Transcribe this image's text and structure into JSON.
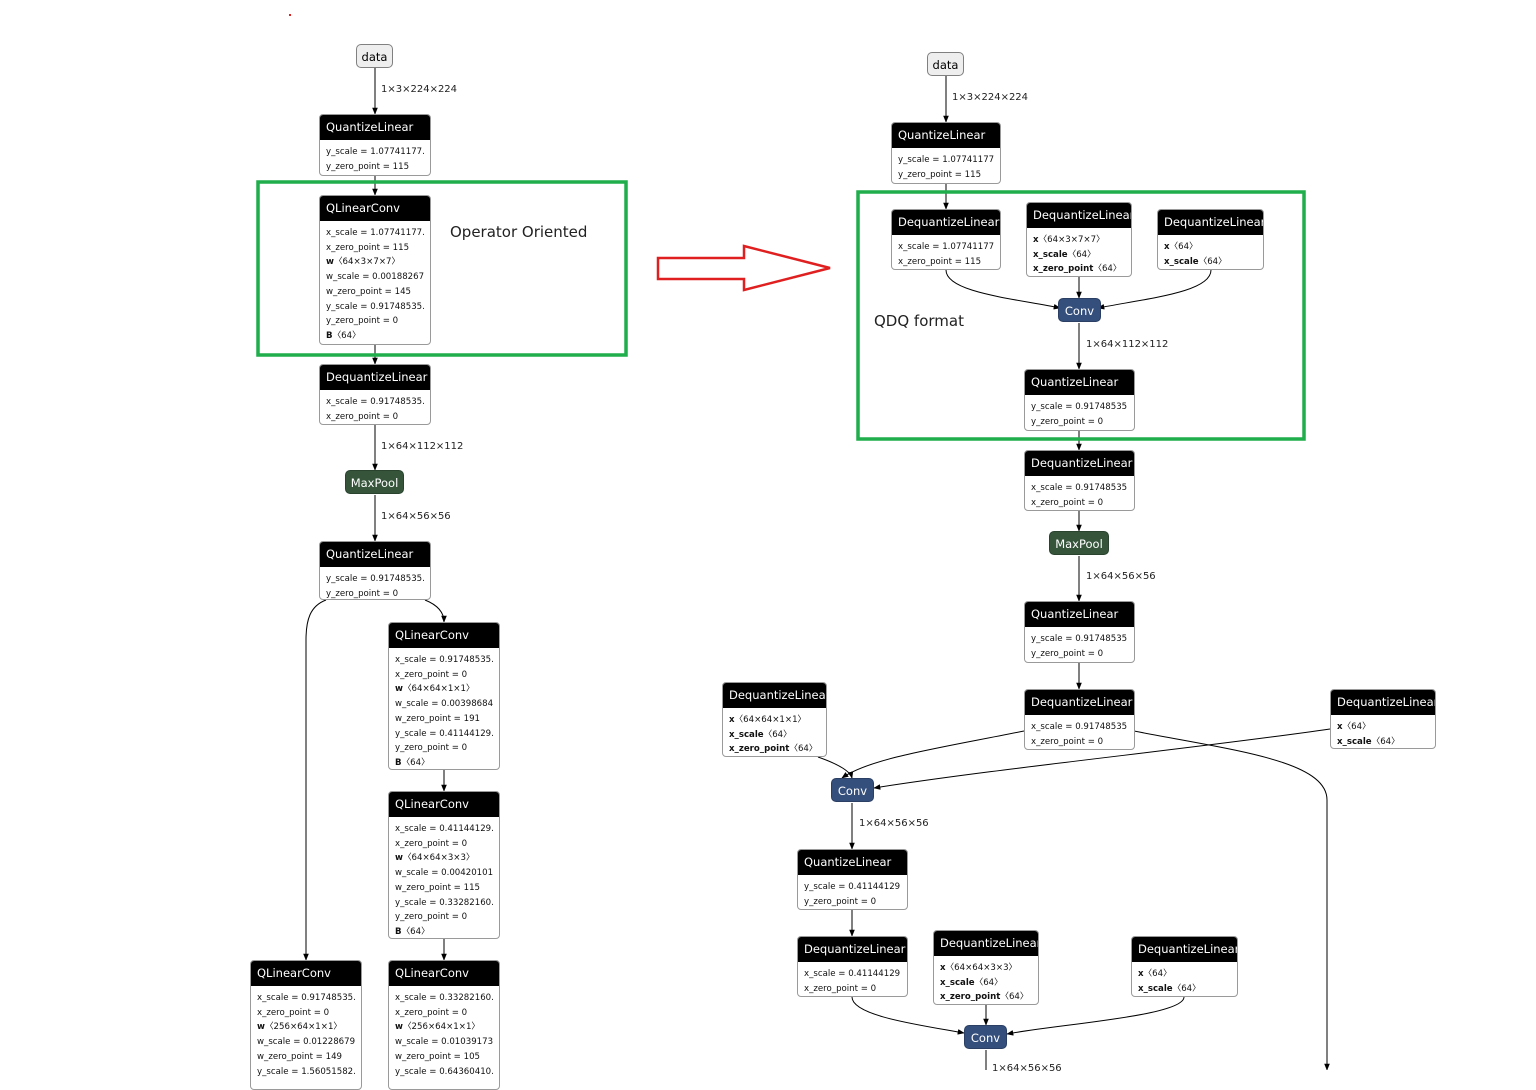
{
  "annotations": {
    "operator_oriented": "Operator Oriented",
    "qdq_format": "QDQ format"
  },
  "colors": {
    "highlight_box": "#1fae4b",
    "arrow": "#e02020",
    "conv_node": "#344f7c",
    "pool_node": "#35543a"
  },
  "left": {
    "input": "data",
    "edge_labels": [
      "1×3×224×224",
      "1×64×112×112",
      "1×64×56×56"
    ],
    "nodes": [
      {
        "title": "QuantizeLinear",
        "attrs": [
          {
            "k": "y_scale",
            "v": " = 1.07741177..."
          },
          {
            "k": "y_zero_point",
            "v": " = 115"
          }
        ]
      },
      {
        "title": "QLinearConv",
        "attrs": [
          {
            "k": "x_scale",
            "v": " = 1.07741177..."
          },
          {
            "k": "x_zero_point",
            "v": " = 115"
          },
          {
            "k": "w",
            "v": "〈64×3×7×7〉"
          },
          {
            "k": "w_scale",
            "v": " = 0.00188267..."
          },
          {
            "k": "w_zero_point",
            "v": " = 145"
          },
          {
            "k": "y_scale",
            "v": " = 0.91748535..."
          },
          {
            "k": "y_zero_point",
            "v": " = 0"
          },
          {
            "k": "B",
            "v": "〈64〉"
          }
        ]
      },
      {
        "title": "DequantizeLinear",
        "attrs": [
          {
            "k": "x_scale",
            "v": " = 0.91748535..."
          },
          {
            "k": "x_zero_point",
            "v": " = 0"
          }
        ]
      },
      {
        "title": "QuantizeLinear",
        "attrs": [
          {
            "k": "y_scale",
            "v": " = 0.91748535..."
          },
          {
            "k": "y_zero_point",
            "v": " = 0"
          }
        ]
      },
      {
        "title": "QLinearConv",
        "attrs": [
          {
            "k": "x_scale",
            "v": " = 0.91748535..."
          },
          {
            "k": "x_zero_point",
            "v": " = 0"
          },
          {
            "k": "w",
            "v": "〈64×64×1×1〉"
          },
          {
            "k": "w_scale",
            "v": " = 0.00398684..."
          },
          {
            "k": "w_zero_point",
            "v": " = 191"
          },
          {
            "k": "y_scale",
            "v": " = 0.41144129..."
          },
          {
            "k": "y_zero_point",
            "v": " = 0"
          },
          {
            "k": "B",
            "v": "〈64〉"
          }
        ]
      },
      {
        "title": "QLinearConv",
        "attrs": [
          {
            "k": "x_scale",
            "v": " = 0.41144129..."
          },
          {
            "k": "x_zero_point",
            "v": " = 0"
          },
          {
            "k": "w",
            "v": "〈64×64×3×3〉"
          },
          {
            "k": "w_scale",
            "v": " = 0.00420101..."
          },
          {
            "k": "w_zero_point",
            "v": " = 115"
          },
          {
            "k": "y_scale",
            "v": " = 0.33282160..."
          },
          {
            "k": "y_zero_point",
            "v": " = 0"
          },
          {
            "k": "B",
            "v": "〈64〉"
          }
        ]
      },
      {
        "title": "QLinearConv",
        "attrs": [
          {
            "k": "x_scale",
            "v": " = 0.91748535..."
          },
          {
            "k": "x_zero_point",
            "v": " = 0"
          },
          {
            "k": "w",
            "v": "〈256×64×1×1〉"
          },
          {
            "k": "w_scale",
            "v": " = 0.01228679..."
          },
          {
            "k": "w_zero_point",
            "v": " = 149"
          },
          {
            "k": "y_scale",
            "v": " = 1.56051582..."
          }
        ]
      },
      {
        "title": "QLinearConv",
        "attrs": [
          {
            "k": "x_scale",
            "v": " = 0.33282160..."
          },
          {
            "k": "x_zero_point",
            "v": " = 0"
          },
          {
            "k": "w",
            "v": "〈256×64×1×1〉"
          },
          {
            "k": "w_scale",
            "v": " = 0.01039173..."
          },
          {
            "k": "w_zero_point",
            "v": " = 105"
          },
          {
            "k": "y_scale",
            "v": " = 0.64360410..."
          }
        ]
      }
    ],
    "ops": {
      "maxpool": "MaxPool"
    }
  },
  "right": {
    "input": "data",
    "edge_labels": [
      "1×3×224×224",
      "1×64×112×112",
      "1×64×56×56",
      "1×64×56×56",
      "1×64×56×56"
    ],
    "nodes": [
      {
        "title": "QuantizeLinear",
        "attrs": [
          {
            "k": "y_scale",
            "v": " = 1.07741177..."
          },
          {
            "k": "y_zero_point",
            "v": " = 115"
          }
        ]
      },
      {
        "title": "DequantizeLinear",
        "attrs": [
          {
            "k": "x_scale",
            "v": " = 1.07741177..."
          },
          {
            "k": "x_zero_point",
            "v": " = 115"
          }
        ]
      },
      {
        "title": "DequantizeLinear",
        "attrs": [
          {
            "k": "x",
            "v": "〈64×3×7×7〉",
            "b": true
          },
          {
            "k": "x_scale",
            "v": "〈64〉",
            "b": true
          },
          {
            "k": "x_zero_point",
            "v": "〈64〉",
            "b": true
          }
        ]
      },
      {
        "title": "DequantizeLinear",
        "attrs": [
          {
            "k": "x",
            "v": "〈64〉",
            "b": true
          },
          {
            "k": "x_scale",
            "v": "〈64〉",
            "b": true
          }
        ]
      },
      {
        "title": "QuantizeLinear",
        "attrs": [
          {
            "k": "y_scale",
            "v": " = 0.91748535..."
          },
          {
            "k": "y_zero_point",
            "v": " = 0"
          }
        ]
      },
      {
        "title": "DequantizeLinear",
        "attrs": [
          {
            "k": "x_scale",
            "v": " = 0.91748535..."
          },
          {
            "k": "x_zero_point",
            "v": " = 0"
          }
        ]
      },
      {
        "title": "QuantizeLinear",
        "attrs": [
          {
            "k": "y_scale",
            "v": " = 0.91748535..."
          },
          {
            "k": "y_zero_point",
            "v": " = 0"
          }
        ]
      },
      {
        "title": "DequantizeLinear",
        "attrs": [
          {
            "k": "x_scale",
            "v": " = 0.91748535..."
          },
          {
            "k": "x_zero_point",
            "v": " = 0"
          }
        ]
      },
      {
        "title": "DequantizeLinear",
        "attrs": [
          {
            "k": "x",
            "v": "〈64×64×1×1〉",
            "b": true
          },
          {
            "k": "x_scale",
            "v": "〈64〉",
            "b": true
          },
          {
            "k": "x_zero_point",
            "v": "〈64〉",
            "b": true
          }
        ]
      },
      {
        "title": "DequantizeLinear",
        "attrs": [
          {
            "k": "x",
            "v": "〈64〉",
            "b": true
          },
          {
            "k": "x_scale",
            "v": "〈64〉",
            "b": true
          }
        ]
      },
      {
        "title": "QuantizeLinear",
        "attrs": [
          {
            "k": "y_scale",
            "v": " = 0.41144129..."
          },
          {
            "k": "y_zero_point",
            "v": " = 0"
          }
        ]
      },
      {
        "title": "DequantizeLinear",
        "attrs": [
          {
            "k": "x_scale",
            "v": " = 0.41144129..."
          },
          {
            "k": "x_zero_point",
            "v": " = 0"
          }
        ]
      },
      {
        "title": "DequantizeLinear",
        "attrs": [
          {
            "k": "x",
            "v": "〈64×64×3×3〉",
            "b": true
          },
          {
            "k": "x_scale",
            "v": "〈64〉",
            "b": true
          },
          {
            "k": "x_zero_point",
            "v": "〈64〉",
            "b": true
          }
        ]
      },
      {
        "title": "DequantizeLinear",
        "attrs": [
          {
            "k": "x",
            "v": "〈64〉",
            "b": true
          },
          {
            "k": "x_scale",
            "v": "〈64〉",
            "b": true
          }
        ]
      }
    ],
    "ops": {
      "conv": "Conv",
      "maxpool": "MaxPool"
    }
  }
}
